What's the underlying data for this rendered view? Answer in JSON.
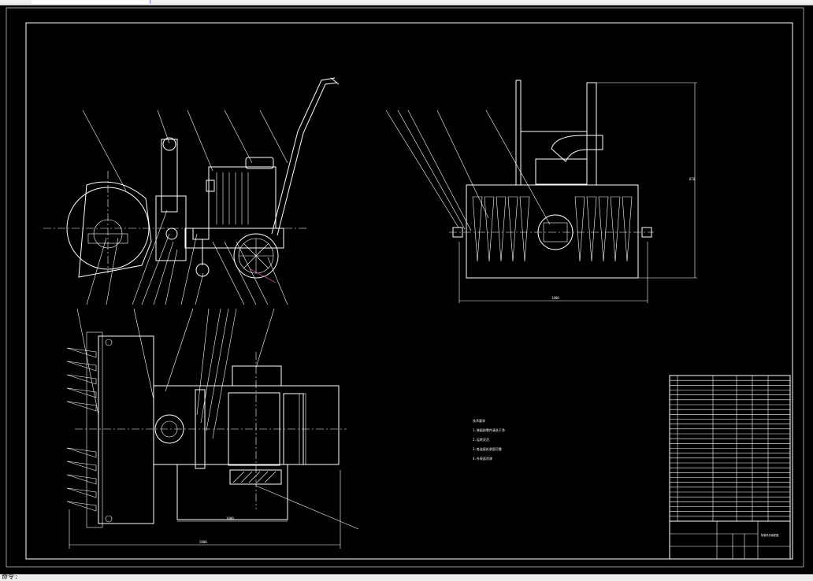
{
  "app": {
    "status_text": "命令:"
  },
  "drawing": {
    "tech_notes_title": "技术要求",
    "tech_notes": [
      "1.装配前零件清洗干净",
      "2.运转灵活",
      "3.各连接处紧固可靠",
      "4.外表面涂漆"
    ],
    "dims": {
      "front_width": "1800",
      "side_height": "870",
      "plan_overall": "2800",
      "plan_inner": "1000"
    },
    "title_block": {
      "name": "除雪机总装配图"
    },
    "colors": {
      "background": "#000000",
      "lines": "#ffffff",
      "accent": "#ff66cc"
    }
  }
}
